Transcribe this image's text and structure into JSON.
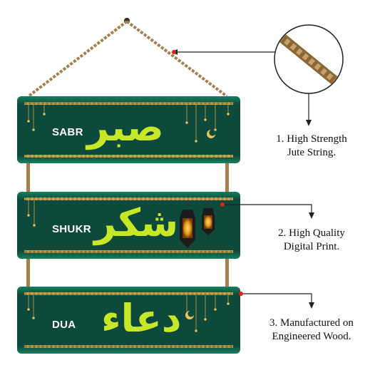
{
  "planks": [
    {
      "label": "SABR",
      "arabic": "صبر"
    },
    {
      "label": "SHUKR",
      "arabic": "شكر"
    },
    {
      "label": "DUA",
      "arabic": "دعاء"
    }
  ],
  "features": [
    {
      "line1": "1. High Strength",
      "line2": "Jute String."
    },
    {
      "line1": "2. High Quality",
      "line2": "Digital Print."
    },
    {
      "line1": "3. Manufactured on",
      "line2": "Engineered Wood."
    }
  ],
  "colors": {
    "plank_dark": "#0c3b30",
    "plank_edge": "#147a5c",
    "calligraphy": "#c6e829",
    "gold": "#c9a24a",
    "jute": "#b08a55",
    "callout_dot": "#e0201c"
  }
}
